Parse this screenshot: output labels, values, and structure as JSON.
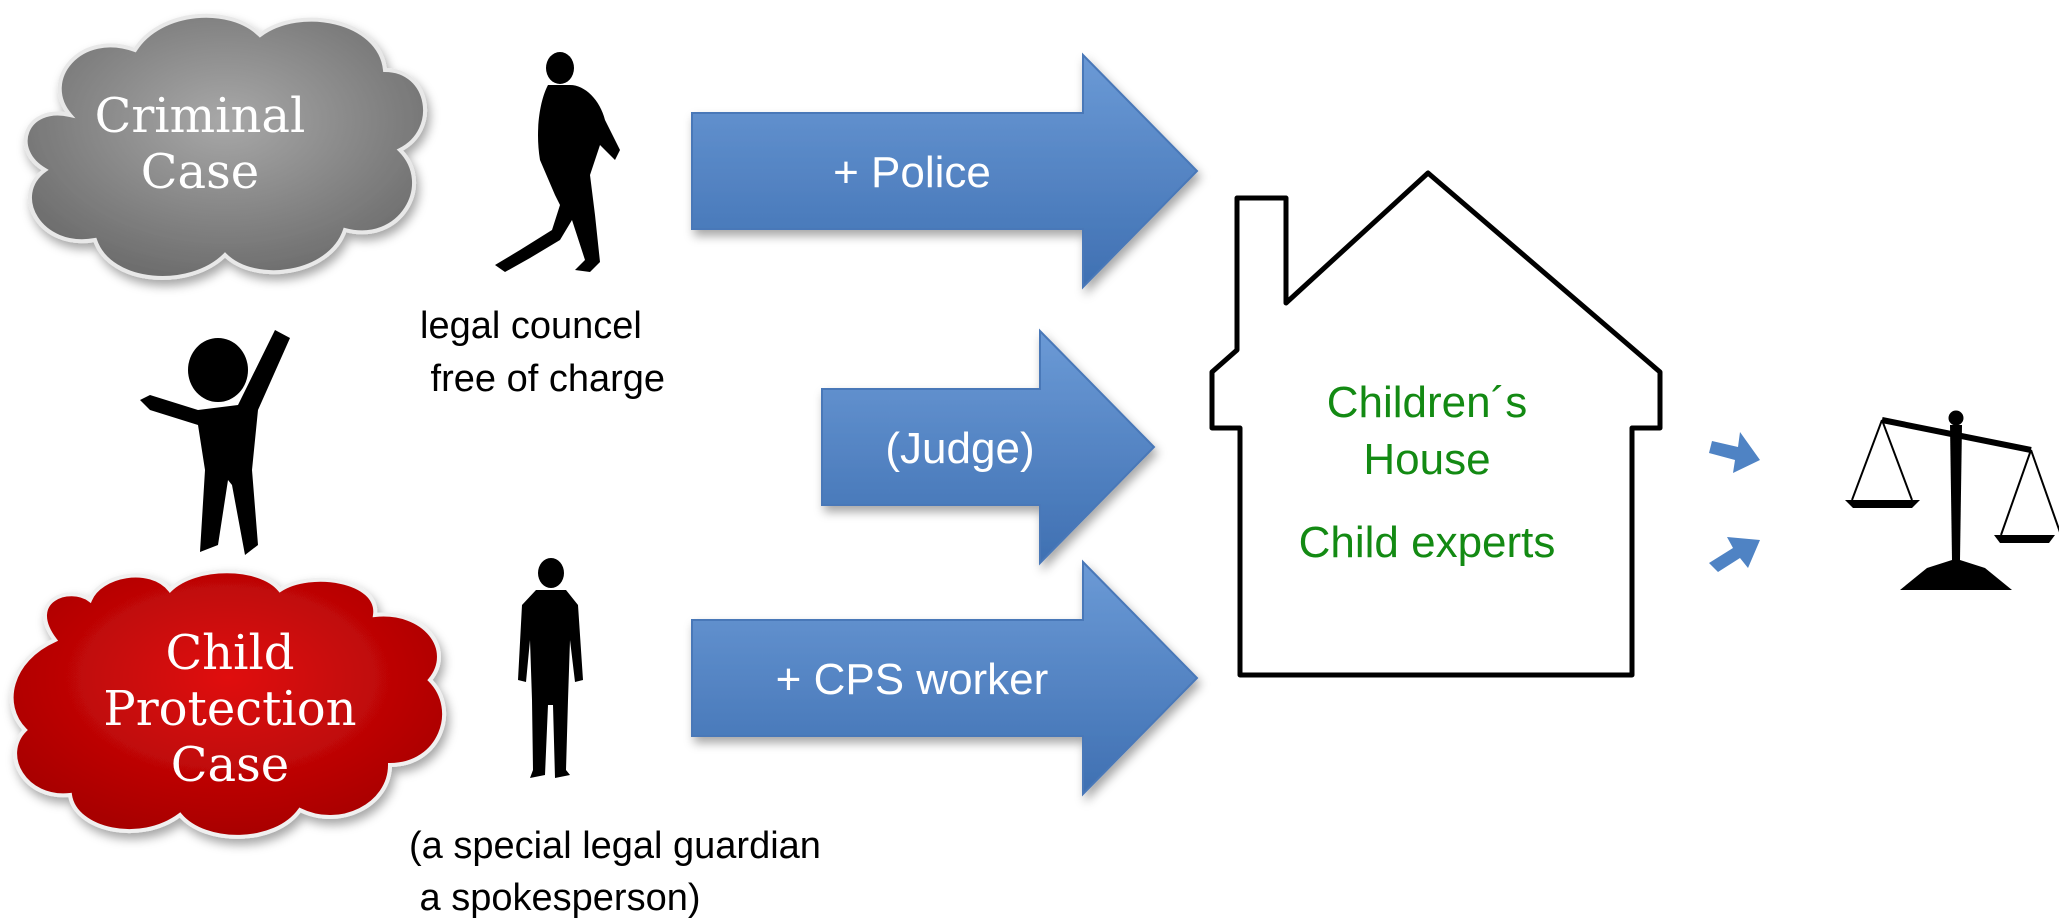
{
  "clouds": {
    "criminal": {
      "line1": "Criminal",
      "line2": "Case",
      "color": "#8A8A8A"
    },
    "child_protection": {
      "line1": "Child",
      "line2": "Protection",
      "line3": "Case",
      "color": "#CC0000"
    }
  },
  "arrows": {
    "police": "+ Police",
    "judge": "(Judge)",
    "cps": "+ CPS worker",
    "color": "#5B8AC8"
  },
  "captions": {
    "legal_council_line1": "legal councel",
    "legal_council_line2": " free of charge",
    "guardian_line1": "(a special legal guardian",
    "guardian_line2": " a spokesperson)"
  },
  "house": {
    "line1": "Children´s",
    "line2": "House",
    "line3": "Child experts",
    "text_color": "#138A13"
  },
  "icons": [
    "walking-woman-icon",
    "cheering-child-icon",
    "standing-man-icon",
    "scales-of-justice-icon"
  ]
}
